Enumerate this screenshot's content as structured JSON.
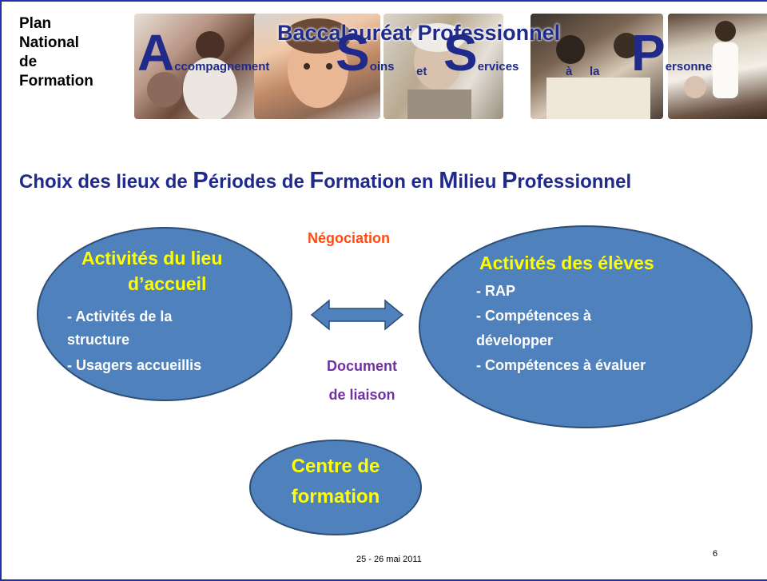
{
  "header": {
    "plan_lines": [
      "Plan",
      "National",
      "de",
      "Formation"
    ],
    "banner_title": "Baccalauréat Professionnel",
    "assp": {
      "A_big": "A",
      "A_rest": "ccompagnement",
      "S1_big": "S",
      "S1_rest": "oins",
      "et": "et",
      "S2_big": "S",
      "S2_rest": "ervices",
      "a": "à",
      "la": "la",
      "P_big": "P",
      "P_rest": "ersonne"
    },
    "photos": [
      "caregiver-with-patient-photo",
      "child-portrait-photo",
      "elderly-woman-photo",
      "students-writing-photo",
      "nurse-with-patient-photo"
    ]
  },
  "title": {
    "part1": "Choix des lieux de ",
    "P": "P",
    "part2": "ériodes de ",
    "F": "F",
    "part3": "ormation en ",
    "M": "M",
    "part4": "ilieu ",
    "P2": "P",
    "part5": "rofessionnel"
  },
  "left_ellipse": {
    "heading1": "Activités du lieu",
    "heading2": "d’accueil",
    "lines": [
      "- Activités de la",
      "structure",
      "- Usagers accueillis"
    ]
  },
  "right_ellipse": {
    "heading": "Activités des élèves",
    "lines": [
      "- RAP",
      "- Compétences à",
      "développer",
      "- Compétences à évaluer"
    ]
  },
  "bottom_ellipse": {
    "line1": "Centre de",
    "line2": "formation"
  },
  "middle": {
    "negotiation": "Négociation",
    "document1": "Document",
    "document2": "de liaison"
  },
  "footer": {
    "date": "25 - 26 mai 2011",
    "page_number": "6"
  },
  "colors": {
    "ellipse_fill": "#4f81bd",
    "heading_yellow": "#ffff00",
    "negotiation_orange": "#ff4a12",
    "document_purple": "#7030a0",
    "title_blue": "#1f2a8a"
  }
}
